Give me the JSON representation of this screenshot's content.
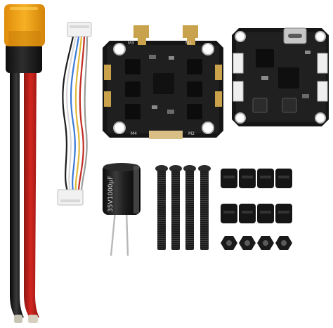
{
  "image": {
    "background": "#ffffff",
    "items": [
      {
        "name": "xt60-connector-with-power-leads",
        "colors": {
          "plug": "#f2a516",
          "black_wire": "#1a1a1a",
          "red_wire": "#c8201c"
        }
      },
      {
        "name": "jst-cable-harness"
      },
      {
        "name": "esc-board"
      },
      {
        "name": "flight-controller-board"
      },
      {
        "name": "electrolytic-capacitor"
      },
      {
        "name": "mounting-screws",
        "count": 4
      },
      {
        "name": "rubber-grommets",
        "count": 8
      },
      {
        "name": "hex-nuts",
        "count": 4
      }
    ],
    "silkscreen": {
      "esc_m1": "M1",
      "esc_m2": "M2",
      "esc_m3": "M3",
      "esc_m4": "M4",
      "capacitor_rating": "35V1000μF"
    }
  }
}
